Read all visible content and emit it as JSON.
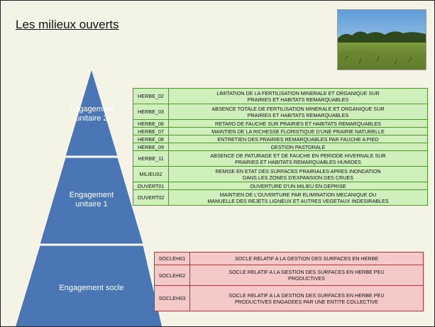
{
  "slide": {
    "title": "Les milieux ouverts",
    "photo_icon": "meadow-landscape-photo"
  },
  "pyramid": {
    "color": "#4a77b4",
    "levels": [
      {
        "label_line1": "Engagement",
        "label_line2": "unitaire 2"
      },
      {
        "label_line1": "Engagement",
        "label_line2": "unitaire 1"
      },
      {
        "label_line1": "Engagement socle",
        "label_line2": ""
      }
    ]
  },
  "measures": [
    {
      "code": "HERBE_02",
      "text_line1": "LIMITATION DE LA FERTILISATION MINERALE ET ORGANIQUE SUR",
      "text_line2": "PRAIRIES ET HABITATS REMARQUABLES"
    },
    {
      "code": "HERBE_03",
      "text_line1": "ABSENCE TOTALE DE FERTILISATION MINERALE ET ORGANIQUE SUR",
      "text_line2": "PRAIRIES ET HABITATS REMARQUABLES"
    },
    {
      "code": "HERBE_06",
      "text_line1": "RETARD DE FAUCHE SUR PRAIRIES ET HABITATS REMARQUABLES",
      "text_line2": ""
    },
    {
      "code": "HERBE_07",
      "text_line1": "MAINTIEN DE LA RICHESSE FLORISTIQUE D'UNE PRAIRIE NATURELLE",
      "text_line2": ""
    },
    {
      "code": "HERBE_08",
      "text_line1": "ENTRETIEN DES PRAIRIES REMARQUABLES PAR FAUCHE A PIED",
      "text_line2": ""
    },
    {
      "code": "HERBE_09",
      "text_line1": "GESTION PASTORALE",
      "text_line2": ""
    },
    {
      "code": "HERBE_11",
      "text_line1": "ABSENCE DE PATURAGE ET DE FAUCHE EN PERIODE HIVERNALE SUR",
      "text_line2": "PRAIRIES ET HABITATS REMARQUABLES HUMIDES"
    },
    {
      "code": "MILIEU02",
      "text_line1": "REMISE EN ETAT DES SURFACES PRAIRIALES APRES INONDATION",
      "text_line2": "DANS LES ZONES D'EXPANSION DES CRUES"
    },
    {
      "code": "OUVERT01",
      "text_line1": "OUVERTURE D'UN MILIEU EN DEPRISE",
      "text_line2": ""
    },
    {
      "code": "OUVERT02",
      "text_line1": "MAINTIEN DE L'OUVERTURE PAR ELIMINATION MECANIQUE OU",
      "text_line2": "MANUELLE DES REJETS LIGNEUX ET AUTRES VEGETAUX INDESIRABLES"
    }
  ],
  "socle": [
    {
      "code": "SOCLEH01",
      "text_line1": "SOCLE RELATIF A LA GESTION DES SURFACES EN HERBE",
      "text_line2": ""
    },
    {
      "code": "SOCLEH02",
      "text_line1": "SOCLE RELATIF A LA GESTION DES SURFACES EN HERBE PEU",
      "text_line2": "PRODUCTIVES"
    },
    {
      "code": "SOCLEH03",
      "text_line1": "SOCLE RELATIF A LA GESTION DES SURFACES EN HERBE PEU",
      "text_line2": "PRODUCTIVES ENGAGEES PAR UNE ENTITE COLLECTIVE"
    }
  ],
  "colors": {
    "slide_background": "#f5f2e6",
    "measures_fill": "#cfefbd",
    "measures_border": "#4a9a2a",
    "socle_fill": "#f6c9c9",
    "socle_border": "#c03030"
  }
}
